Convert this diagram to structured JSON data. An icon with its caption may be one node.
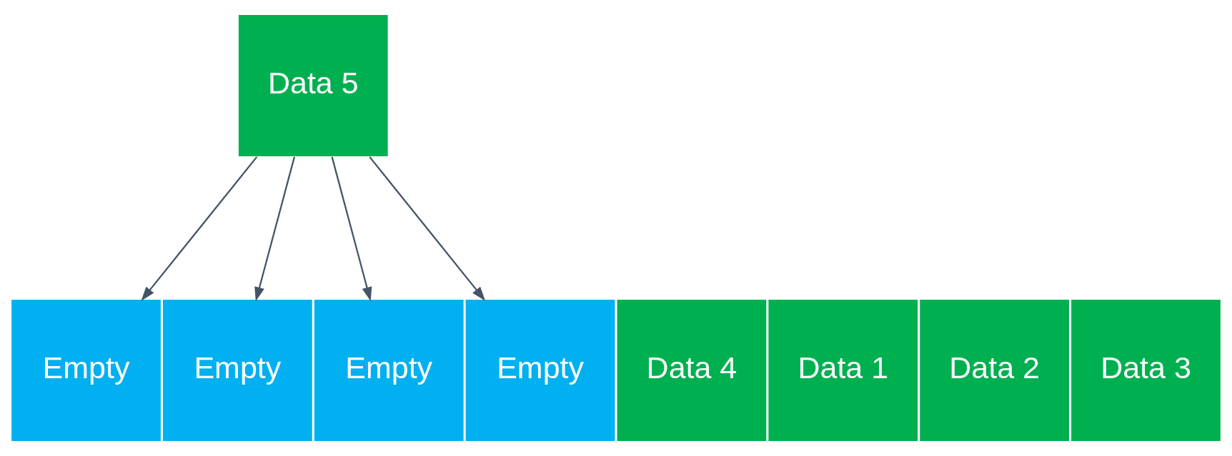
{
  "diagram": {
    "nodes": [
      {
        "text": [
          "Data 5"
        ]
      },
      {
        "text": [
          "Data 4"
        ]
      },
      {
        "text": [
          "Empty"
        ]
      },
      {
        "text": [
          "Data 1"
        ]
      },
      {
        "text": [
          "Data 2"
        ]
      },
      {
        "text": [
          "Empty"
        ]
      },
      {
        "text": [
          "Empty"
        ]
      },
      {
        "text": [
          "Data 3"
        ]
      },
      {
        "text": [
          "Empty"
        ]
      }
    ],
    "edges": [
      {
        "from": 0,
        "to": 2,
        "arrow": "to"
      },
      {
        "from": 0,
        "to": 5,
        "arrow": "to"
      },
      {
        "from": 0,
        "to": 6,
        "arrow": "to"
      },
      {
        "from": 0,
        "to": 8,
        "arrow": "to"
      }
    ]
  }
}
